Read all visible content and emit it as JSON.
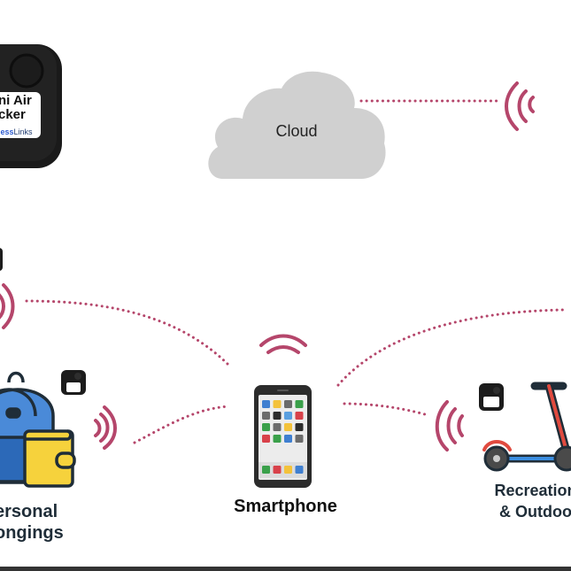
{
  "hero_device": {
    "label_line1": "ni Air",
    "label_line2": "cker",
    "brand": "lessLinks",
    "brand_bold_part": "less",
    "brand_rest": "Links"
  },
  "cloud": {
    "label": "Cloud"
  },
  "nodes": {
    "smartphone": {
      "label": "Smartphone"
    },
    "personal": {
      "line1": "ersonal",
      "line2": "ongings"
    },
    "recreation": {
      "line1": "Recreation",
      "line2": "& Outdoo"
    }
  },
  "colors": {
    "signal": "#b5466b",
    "cloud": "#d0d0d0",
    "label_text": "#1f2d38",
    "device": "#1c1c1c",
    "backpack_blue": "#3f7fd0",
    "wallet_yellow": "#f6d23c",
    "scooter_red": "#e04a3f",
    "scooter_blue": "#3a8de0"
  },
  "app_grid": [
    [
      "#3f7fd0",
      "#f3c23b",
      "#6b6b6b",
      "#3aa04a"
    ],
    [
      "#6b6b6b",
      "#2c2c2c",
      "#5aa0e0",
      "#d8414a"
    ],
    [
      "#3aa04a",
      "#6b6b6b",
      "#f3c23b",
      "#2c2c2c"
    ],
    [
      "#d8414a",
      "#3aa04a",
      "#3f7fd0",
      "#6b6b6b"
    ]
  ],
  "dock_apps": [
    "#3aa04a",
    "#d8414a",
    "#f3c23b",
    "#3f7fd0"
  ]
}
